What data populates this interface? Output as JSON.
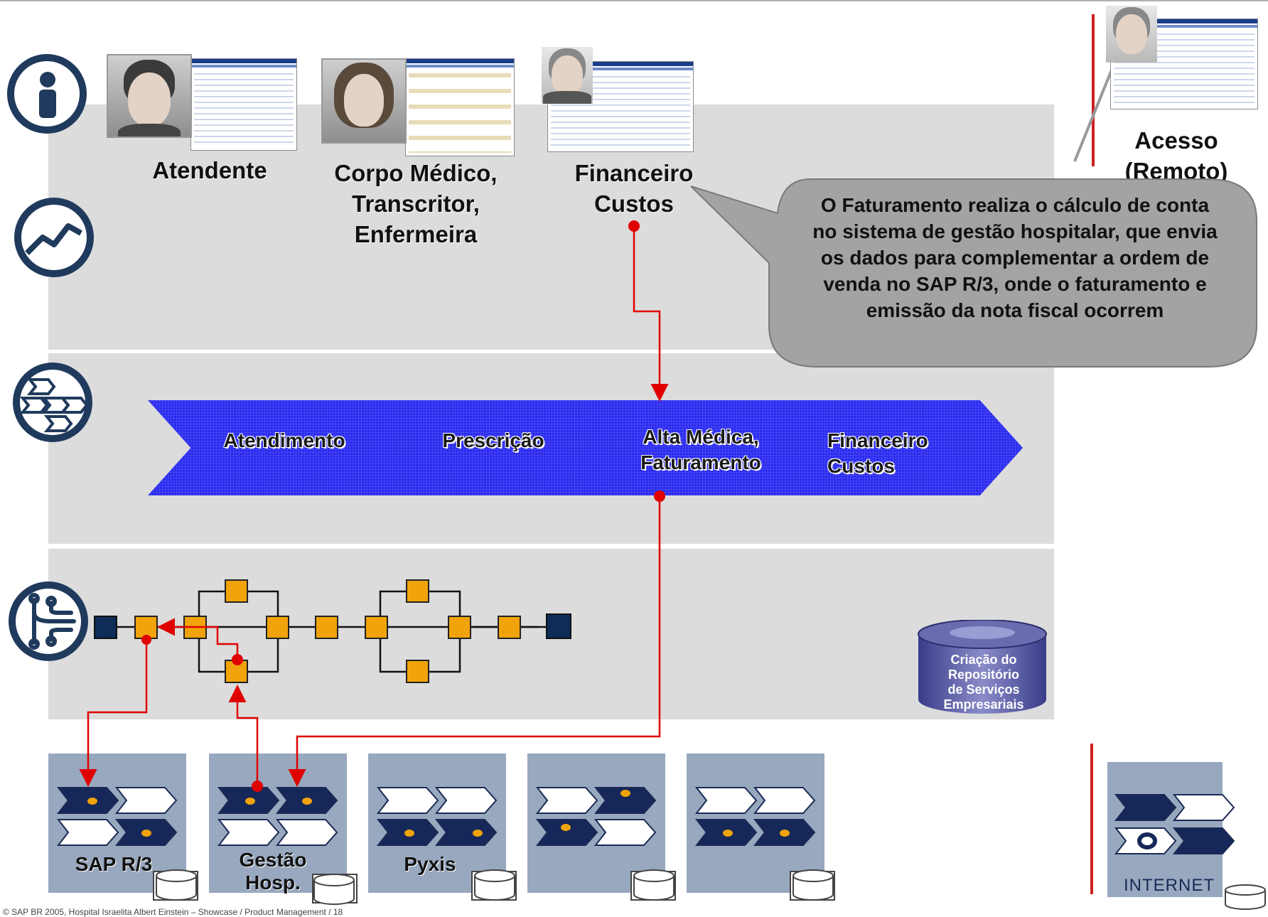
{
  "roles": {
    "atendente": "Atendente",
    "corpo_medico": "Corpo Médico,\nTranscritor,\nEnfermeira",
    "financeiro": "Financeiro\nCustos",
    "acesso": "Acesso\n(Remoto)"
  },
  "callout": {
    "text": "O Faturamento realiza o cálculo de conta no sistema de  gestão hospitalar, que envia os dados  para complementar a ordem de venda no SAP R/3, onde o faturamento e emissão da nota fiscal ocorrem"
  },
  "process_steps": [
    {
      "label": "Atendimento"
    },
    {
      "label": "Prescrição"
    },
    {
      "label": "Alta Médica,\nFaturamento"
    },
    {
      "label": "Financeiro\nCustos"
    }
  ],
  "repository": {
    "label": "Criação do\nRepositório\nde Serviços\nEmpresariais"
  },
  "systems": {
    "sap": "SAP R/3",
    "gestao": "Gestão\nHosp.",
    "pyxis": "Pyxis",
    "internet": "INTERNET"
  },
  "footer": "©  SAP BR 2005, Hospital Israelita Albert Einstein – Showcase / Product Management / 18",
  "colors": {
    "band": "#dcdcdc",
    "chevron": "#2b2bf0",
    "node": "#f0a30a",
    "node_dark": "#0d2d58",
    "connector": "#e00000",
    "system_box": "#98a8bf",
    "callout": "#a3a3a3",
    "lane_icon": "#1f3a5c"
  },
  "icons": [
    "person-icon",
    "trend-icon",
    "process-chevrons-icon",
    "workflow-icon"
  ]
}
